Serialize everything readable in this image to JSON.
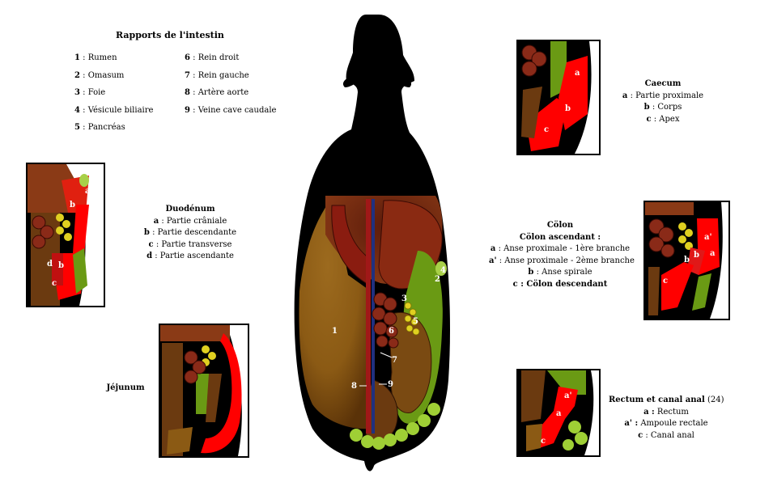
{
  "legend": {
    "title": "Rapports de l'intestin",
    "items": [
      {
        "num": "1",
        "text": " : Rumen"
      },
      {
        "num": "2",
        "text": " : Omasum"
      },
      {
        "num": "3",
        "text": " : Foie"
      },
      {
        "num": "4",
        "text": " : Vésicule biliaire"
      },
      {
        "num": "5",
        "text": " : Pancréas"
      },
      {
        "num": "6",
        "text": " : Rein droit"
      },
      {
        "num": "7",
        "text": " : Rein gauche"
      },
      {
        "num": "8",
        "text": " : Artère aorte"
      },
      {
        "num": "9",
        "text": " : Veine cave caudale"
      }
    ]
  },
  "main_labels": {
    "l1": "1",
    "l2": "2",
    "l3": "3",
    "l4": "4",
    "l5": "5",
    "l6": "6",
    "l7": "7",
    "l8": "8",
    "l9": "9"
  },
  "duodenum": {
    "title": "Duodénum",
    "lines": [
      {
        "k": "a",
        "v": " : Partie crâniale"
      },
      {
        "k": "b",
        "v": " : Partie descendante"
      },
      {
        "k": "c",
        "v": " : Partie transverse"
      },
      {
        "k": "d",
        "v": " : Partie ascendante"
      }
    ],
    "labels": {
      "a": "a",
      "b": "b",
      "b2": "b",
      "c": "c",
      "d": "d"
    }
  },
  "jejunum": {
    "title": "Jéjunum"
  },
  "caecum": {
    "title": "Caecum",
    "lines": [
      {
        "k": "a",
        "v": " : Partie proximale"
      },
      {
        "k": "b",
        "v": " : Corps"
      },
      {
        "k": "c",
        "v": " : Apex"
      }
    ],
    "labels": {
      "a": "a",
      "b": "b",
      "c": "c"
    }
  },
  "colon": {
    "title": "Cölon",
    "subtitle": "Cölon ascendant :",
    "lines": [
      {
        "k": "a",
        "v": " : Anse proximale - 1ère branche"
      },
      {
        "k": "a'",
        "v": " : Anse proximale - 2ème branche"
      },
      {
        "k": "b",
        "v": " : Anse spirale"
      }
    ],
    "last": "c : Cölon descendant",
    "labels": {
      "a": "a",
      "a2": "a'",
      "b": "b",
      "b2": "b",
      "c": "c"
    }
  },
  "rectum": {
    "title": "Rectum et canal anal",
    "title_suffix": " (24)",
    "lines": [
      {
        "k": "a :",
        "v": " Rectum"
      },
      {
        "k": "a' :",
        "v": " Ampoule rectale"
      },
      {
        "k": "c",
        "v": " : Canal anal"
      }
    ],
    "labels": {
      "a": "a",
      "a2": "a'",
      "c": "c"
    }
  },
  "colors": {
    "silhouette": "#000000",
    "rumen": "#8b5a14",
    "intestine": "#6b3a10",
    "highlight": "#ff0000",
    "liver": "#8a1c10",
    "pancreas": "#e0d020",
    "green": "#6a9a14",
    "mesentery": "#9fcf35"
  }
}
